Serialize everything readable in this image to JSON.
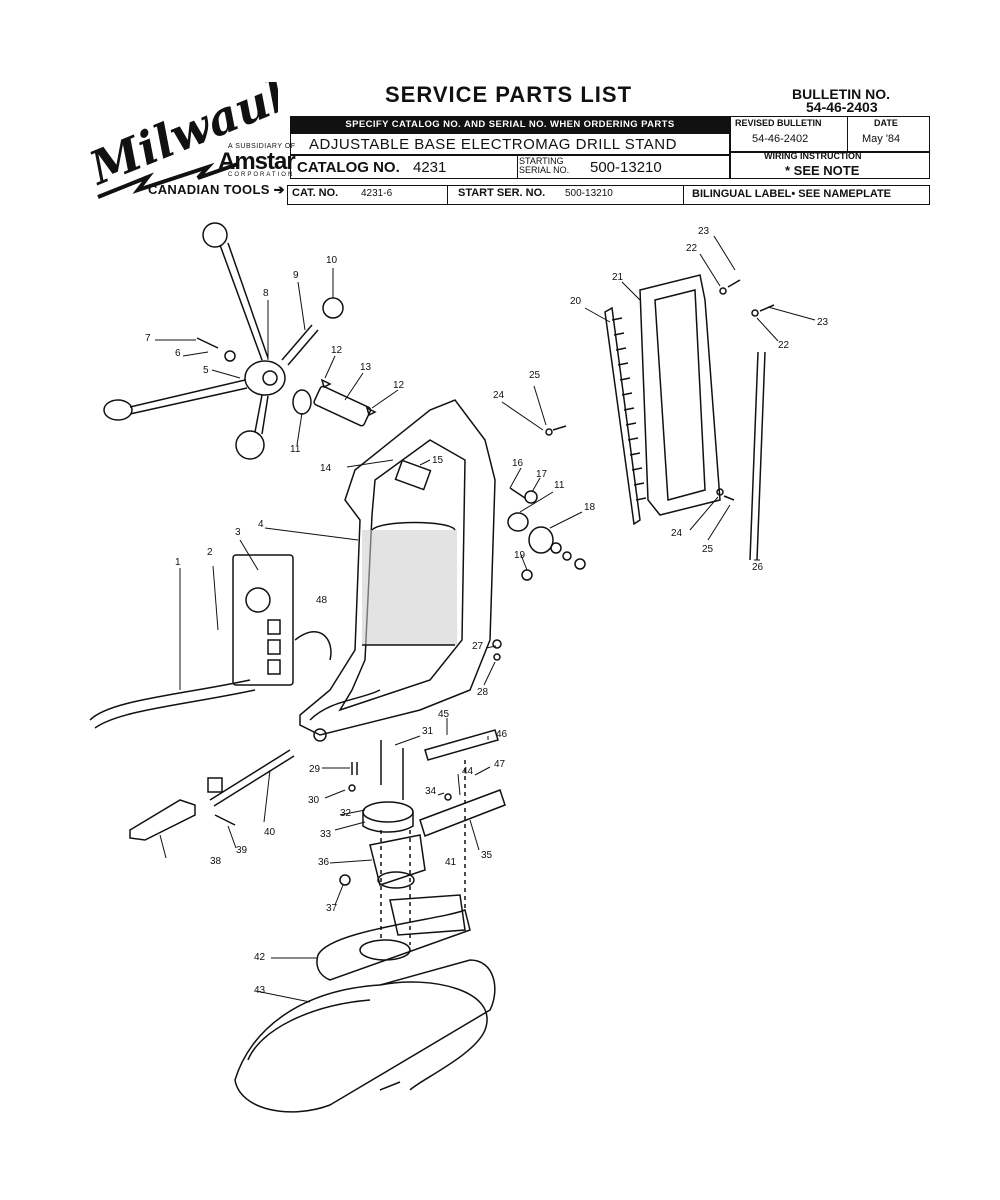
{
  "brand": {
    "logo_text": "Milwaukee",
    "subsidiary_text": "A SUBSIDIARY OF",
    "amstar": "Amstar",
    "amstar_corp": "CORPORATION"
  },
  "header": {
    "title": "SERVICE PARTS LIST",
    "bulletin_label": "BULLETIN NO.",
    "bulletin_no": "54-46-2403",
    "instruction_bar": "SPECIFY CATALOG NO. AND SERIAL NO. WHEN ORDERING PARTS",
    "product": "ADJUSTABLE BASE ELECTROMAG DRILL STAND",
    "catalog_label": "CATALOG NO.",
    "catalog_no": "4231",
    "starting_serial_label_1": "STARTING",
    "starting_serial_label_2": "SERIAL NO.",
    "starting_serial_no": "500-13210",
    "revised_label": "REVISED BULLETIN",
    "revised_no": "54-46-2402",
    "date_label": "DATE",
    "date_value": "May '84",
    "wiring_label": "WIRING INSTRUCTION",
    "wiring_value": "* SEE NOTE"
  },
  "canadian": {
    "label": "CANADIAN TOOLS",
    "cat_label": "CAT. NO.",
    "cat_no": "4231-6",
    "start_label": "START SER. NO.",
    "start_no": "500-13210",
    "bilingual": "BILINGUAL LABEL• SEE NAMEPLATE"
  },
  "callouts": [
    "1",
    "2",
    "3",
    "4",
    "5",
    "6",
    "7",
    "8",
    "9",
    "10",
    "11",
    "11",
    "12",
    "12",
    "13",
    "14",
    "15",
    "16",
    "17",
    "18",
    "19",
    "20",
    "21",
    "22",
    "22",
    "23",
    "23",
    "24",
    "24",
    "25",
    "25",
    "26",
    "27",
    "28",
    "29",
    "30",
    "31",
    "32",
    "33",
    "34",
    "35",
    "36",
    "37",
    "38",
    "39",
    "40",
    "41",
    "42",
    "43",
    "44",
    "45",
    "46",
    "47",
    "48"
  ]
}
